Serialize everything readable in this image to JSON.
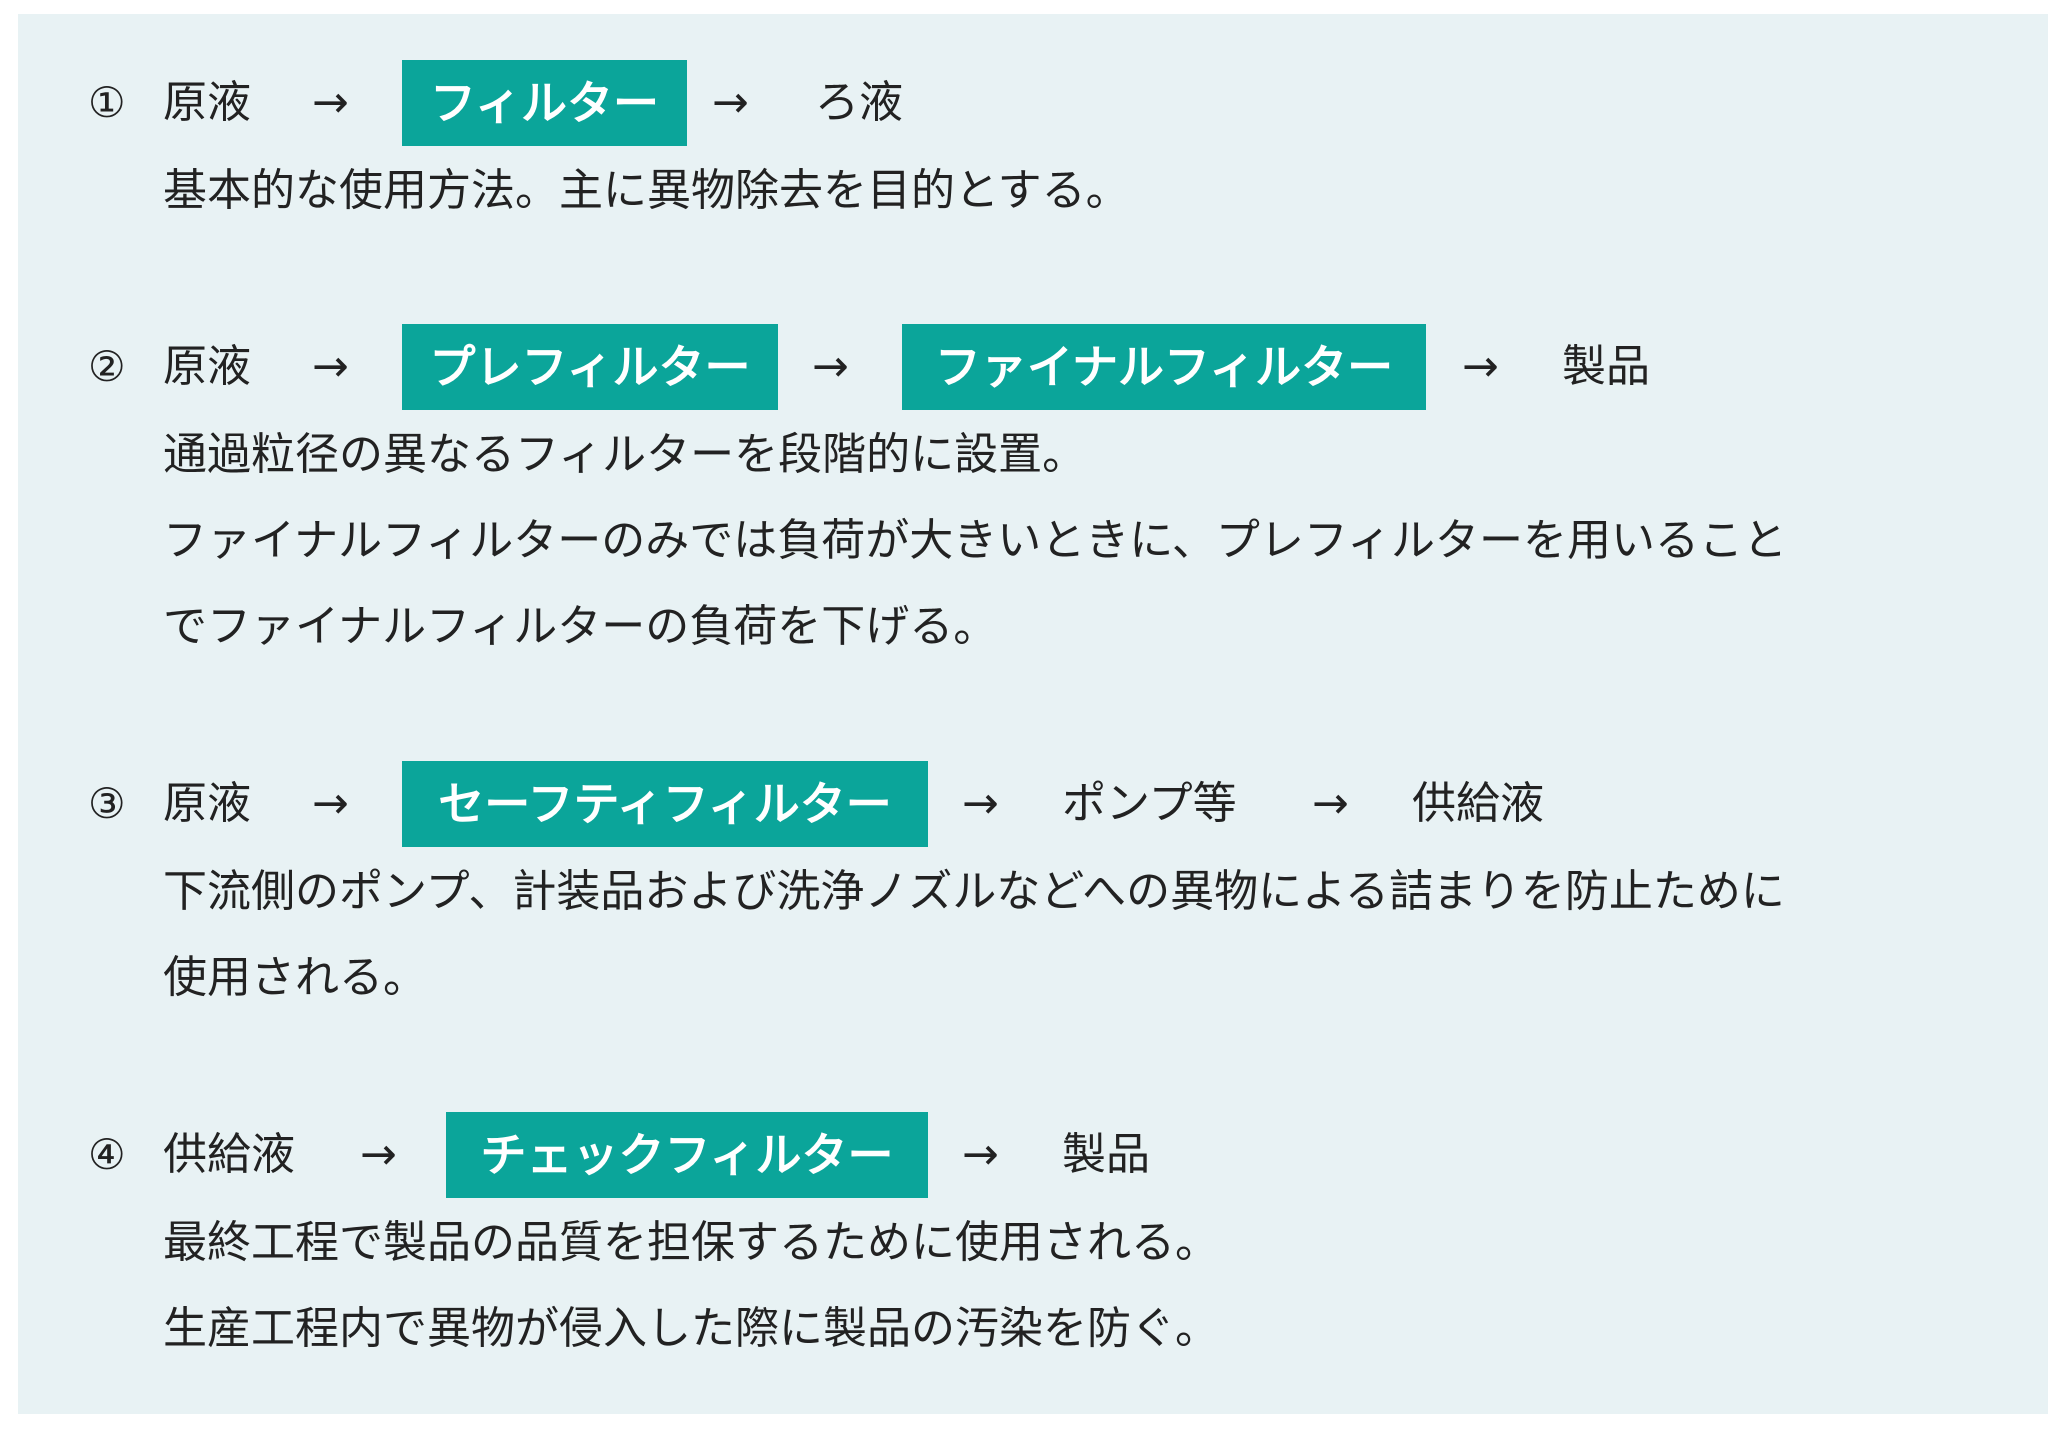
{
  "items": [
    {
      "number": "①",
      "flow": [
        "原液",
        "→",
        "フィルター",
        "→",
        "ろ液"
      ],
      "description": [
        "基本的な使用方法。主に異物除去を目的とする。"
      ]
    },
    {
      "number": "②",
      "flow": [
        "原液",
        "→",
        "プレフィルター",
        "→",
        "ファイナルフィルター",
        "→",
        "製品"
      ],
      "description": [
        "通過粒径の異なるフィルターを段階的に設置。",
        "ファイナルフィルターのみでは負荷が大きいときに、プレフィルターを用いること",
        "でファイナルフィルターの負荷を下げる。"
      ]
    },
    {
      "number": "③",
      "flow": [
        "原液",
        "→",
        "セーフティフィルター",
        "→",
        "ポンプ等",
        "→",
        "供給液"
      ],
      "description": [
        "下流側のポンプ、計装品および洗浄ノズルなどへの異物による詰まりを防止ために",
        "使用される。"
      ]
    },
    {
      "number": "④",
      "flow": [
        "供給液",
        "→",
        "チェックフィルター",
        "→",
        "製品"
      ],
      "description": [
        "最終工程で製品の品質を担保するために使用される。",
        "生産工程内で異物が侵入した際に製品の汚染を防ぐ。"
      ]
    }
  ],
  "colors": {
    "panel_background": "#e8f2f4",
    "filter_chip": "#0ba59a",
    "chip_text": "#ffffff",
    "text": "#222222"
  }
}
